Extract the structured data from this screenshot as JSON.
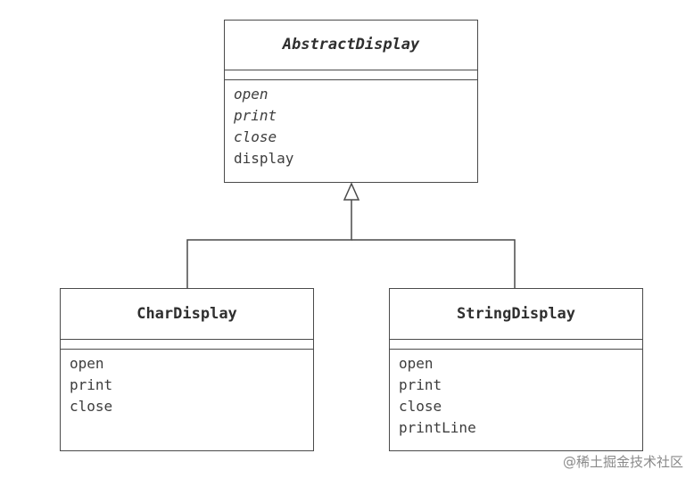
{
  "diagram": {
    "classes": {
      "abstract_display": {
        "name": "AbstractDisplay",
        "methods": [
          {
            "label": "open",
            "abstract": true
          },
          {
            "label": "print",
            "abstract": true
          },
          {
            "label": "close",
            "abstract": true
          },
          {
            "label": "display",
            "abstract": false
          }
        ]
      },
      "char_display": {
        "name": "CharDisplay",
        "methods": [
          {
            "label": "open",
            "abstract": false
          },
          {
            "label": "print",
            "abstract": false
          },
          {
            "label": "close",
            "abstract": false
          }
        ]
      },
      "string_display": {
        "name": "StringDisplay",
        "methods": [
          {
            "label": "open",
            "abstract": false
          },
          {
            "label": "print",
            "abstract": false
          },
          {
            "label": "close",
            "abstract": false
          },
          {
            "label": "printLine",
            "abstract": false
          }
        ]
      }
    },
    "relations": [
      {
        "type": "inheritance",
        "from": "CharDisplay",
        "to": "AbstractDisplay"
      },
      {
        "type": "inheritance",
        "from": "StringDisplay",
        "to": "AbstractDisplay"
      }
    ]
  },
  "watermark": "@稀土掘金技术社区"
}
